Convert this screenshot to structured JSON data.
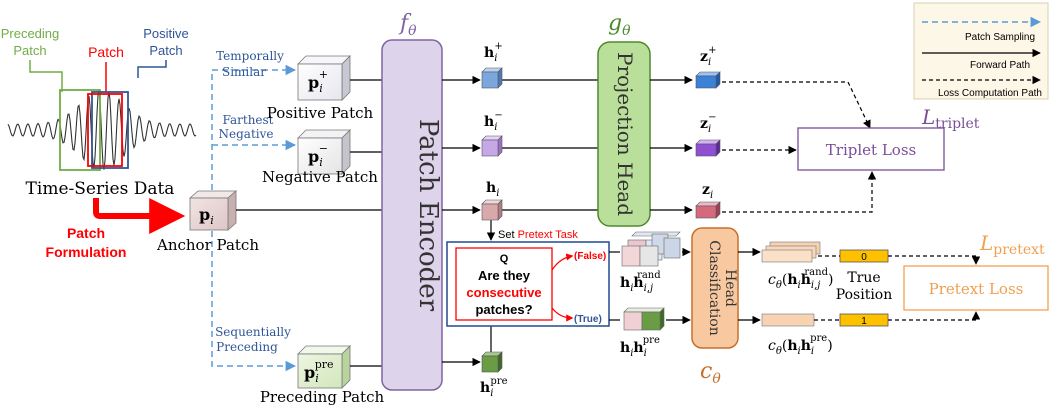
{
  "input": {
    "preceding_label": [
      "Preceding",
      "Patch"
    ],
    "patch_label": "Patch",
    "positive_label": [
      "Positive",
      "Patch"
    ],
    "series_label": "Time-Series Data",
    "formulation_label": [
      "Patch",
      "Formulation"
    ]
  },
  "patches": {
    "anchor": {
      "symbol": "p",
      "sub": "i",
      "label": "Anchor Patch"
    },
    "positive": {
      "symbol": "p",
      "sub": "i",
      "sup": "+",
      "label": "Positive Patch"
    },
    "negative": {
      "symbol": "p",
      "sub": "i",
      "sup": "−",
      "label": "Negative Patch"
    },
    "preceding": {
      "symbol": "p",
      "sub": "i",
      "sup": "pre",
      "label": "Preceding Patch"
    }
  },
  "sampling_labels": {
    "temporal": [
      "Temporally",
      "Similar"
    ],
    "farthest": [
      "Farthest",
      "Negative"
    ],
    "sequential": [
      "Sequentially",
      "Preceding"
    ]
  },
  "encoder": {
    "name": "Patch Encoder",
    "fn": "f",
    "fn_sub": "θ"
  },
  "projection": {
    "name": "Projection Head",
    "fn": "g",
    "fn_sub": "θ"
  },
  "classifier": {
    "name": [
      "Classification",
      "Head"
    ],
    "fn": "c",
    "fn_sub": "θ"
  },
  "embeddings": {
    "h_pos": {
      "sym": "h",
      "sub": "i",
      "sup": "+"
    },
    "h_neg": {
      "sym": "h",
      "sub": "i",
      "sup": "−"
    },
    "h": {
      "sym": "h",
      "sub": "i",
      "sup": ""
    },
    "h_pre": {
      "sym": "h",
      "sub": "i",
      "sup": "pre"
    },
    "z_pos": {
      "sym": "z",
      "sub": "i",
      "sup": "+"
    },
    "z_neg": {
      "sym": "z",
      "sub": "i",
      "sup": "−"
    },
    "z": {
      "sym": "z",
      "sub": "i",
      "sup": ""
    }
  },
  "pretext": {
    "set_label_prefix": "Set ",
    "set_label_task": "Pretext Task",
    "q_label": "Q",
    "question": [
      "Are they",
      "consecutive",
      "patches?"
    ],
    "false_label": "(False)",
    "true_label": "(True)"
  },
  "pairs": {
    "rand": {
      "h": "h",
      "i": "i",
      "sub": "i,j",
      "sup": "rand"
    },
    "pre": {
      "h": "h",
      "i": "i",
      "sup": "pre"
    }
  },
  "outputs": {
    "rand_prefix": "c",
    "label_0": "0",
    "label_1": "1",
    "true_position": [
      "True",
      "Position"
    ]
  },
  "losses": {
    "triplet": "Triplet Loss",
    "triplet_L": "L",
    "triplet_sub": "triplet",
    "pretext": "Pretext Loss",
    "pretext_L": "L",
    "pretext_sub": "pretext"
  },
  "legend": {
    "items": [
      "Patch Sampling",
      "Forward Path",
      "Loss Computation Path"
    ]
  },
  "colors": {
    "dashed_blue": "#5b9bd5",
    "encoder_fill": "#ddd3ea",
    "encoder_stroke": "#8064a2",
    "projection_fill": "#b9df9a",
    "projection_stroke": "#4e8a2e",
    "classifier_fill": "#f8c8a0",
    "classifier_stroke": "#c5702c",
    "triplet": "#7a4e9a",
    "pretext": "#f0a050",
    "red": "#ff0000",
    "green": "#70ad47",
    "blue_text": "#2f5597",
    "legend_fill": "#fdf7e8"
  }
}
